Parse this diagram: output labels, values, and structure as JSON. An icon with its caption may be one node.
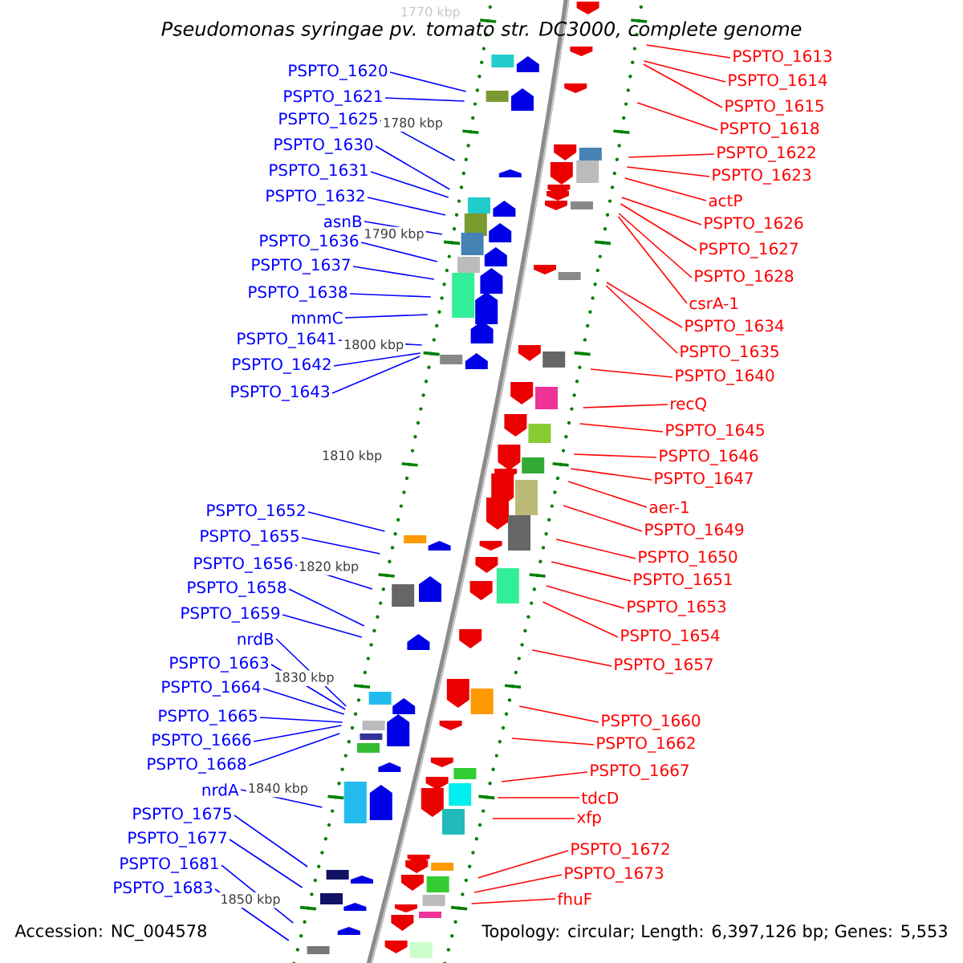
{
  "diagram": {
    "title": "Pseudomonas syringae pv. tomato str. DC3000, complete genome",
    "nodes": [
      {
        "text": [
          "PSPTO_1620"
        ]
      },
      {
        "text": [
          "PSPTO_1621"
        ]
      },
      {
        "text": [
          "PSPTO_1625"
        ]
      },
      {
        "text": [
          "PSPTO_1630"
        ]
      },
      {
        "text": [
          "PSPTO_1631"
        ]
      },
      {
        "text": [
          "PSPTO_1632"
        ]
      },
      {
        "text": [
          "asnB"
        ]
      },
      {
        "text": [
          "PSPTO_1636"
        ]
      },
      {
        "text": [
          "PSPTO_1637"
        ]
      },
      {
        "text": [
          "PSPTO_1638"
        ]
      },
      {
        "text": [
          "mnmC"
        ]
      },
      {
        "text": [
          "PSPTO_1641"
        ]
      },
      {
        "text": [
          "PSPTO_1642"
        ]
      },
      {
        "text": [
          "PSPTO_1643"
        ]
      },
      {
        "text": [
          "PSPTO_1652"
        ]
      },
      {
        "text": [
          "PSPTO_1655"
        ]
      },
      {
        "text": [
          "PSPTO_1656"
        ]
      },
      {
        "text": [
          "PSPTO_1658"
        ]
      },
      {
        "text": [
          "PSPTO_1659"
        ]
      },
      {
        "text": [
          "nrdB"
        ]
      },
      {
        "text": [
          "PSPTO_1663"
        ]
      },
      {
        "text": [
          "PSPTO_1664"
        ]
      },
      {
        "text": [
          "PSPTO_1665"
        ]
      },
      {
        "text": [
          "PSPTO_1666"
        ]
      },
      {
        "text": [
          "PSPTO_1668"
        ]
      },
      {
        "text": [
          "nrdA"
        ]
      },
      {
        "text": [
          "PSPTO_1675"
        ]
      },
      {
        "text": [
          "PSPTO_1677"
        ]
      },
      {
        "text": [
          "PSPTO_1681"
        ]
      },
      {
        "text": [
          "PSPTO_1683"
        ]
      },
      {
        "text": [
          "PSPTO_1613"
        ]
      },
      {
        "text": [
          "PSPTO_1614"
        ]
      },
      {
        "text": [
          "PSPTO_1615"
        ]
      },
      {
        "text": [
          "PSPTO_1618"
        ]
      },
      {
        "text": [
          "PSPTO_1622"
        ]
      },
      {
        "text": [
          "PSPTO_1623"
        ]
      },
      {
        "text": [
          "actP"
        ]
      },
      {
        "text": [
          "PSPTO_1626"
        ]
      },
      {
        "text": [
          "PSPTO_1627"
        ]
      },
      {
        "text": [
          "PSPTO_1628"
        ]
      },
      {
        "text": [
          "csrA-1"
        ]
      },
      {
        "text": [
          "PSPTO_1634"
        ]
      },
      {
        "text": [
          "PSPTO_1635"
        ]
      },
      {
        "text": [
          "PSPTO_1640"
        ]
      },
      {
        "text": [
          "recQ"
        ]
      },
      {
        "text": [
          "PSPTO_1645"
        ]
      },
      {
        "text": [
          "PSPTO_1646"
        ]
      },
      {
        "text": [
          "PSPTO_1647"
        ]
      },
      {
        "text": [
          "aer-1"
        ]
      },
      {
        "text": [
          "PSPTO_1649"
        ]
      },
      {
        "text": [
          "PSPTO_1650"
        ]
      },
      {
        "text": [
          "PSPTO_1651"
        ]
      },
      {
        "text": [
          "PSPTO_1653"
        ]
      },
      {
        "text": [
          "PSPTO_1654"
        ]
      },
      {
        "text": [
          "PSPTO_1657"
        ]
      },
      {
        "text": [
          "PSPTO_1660"
        ]
      },
      {
        "text": [
          "PSPTO_1662"
        ]
      },
      {
        "text": [
          "PSPTO_1667"
        ]
      },
      {
        "text": [
          "tdcD"
        ]
      },
      {
        "text": [
          "xfp"
        ]
      },
      {
        "text": [
          "PSPTO_1672"
        ]
      },
      {
        "text": [
          "PSPTO_1673"
        ]
      },
      {
        "text": [
          "fhuF"
        ]
      }
    ],
    "edges": [
      {
        "from": 0,
        "to": null,
        "arrow": "none",
        "color": "#0000ff"
      },
      {
        "from": 1,
        "to": null,
        "arrow": "none",
        "color": "#0000ff"
      },
      {
        "from": 2,
        "to": null,
        "arrow": "none",
        "color": "#0000ff"
      },
      {
        "from": 3,
        "to": null,
        "arrow": "none",
        "color": "#0000ff"
      },
      {
        "from": 4,
        "to": null,
        "arrow": "none",
        "color": "#0000ff"
      },
      {
        "from": 5,
        "to": null,
        "arrow": "none",
        "color": "#0000ff"
      },
      {
        "from": 6,
        "to": null,
        "arrow": "none",
        "color": "#0000ff"
      },
      {
        "from": 7,
        "to": null,
        "arrow": "none",
        "color": "#0000ff"
      },
      {
        "from": 8,
        "to": null,
        "arrow": "none",
        "color": "#0000ff"
      },
      {
        "from": 9,
        "to": null,
        "arrow": "none",
        "color": "#0000ff"
      },
      {
        "from": 10,
        "to": null,
        "arrow": "none",
        "color": "#0000ff"
      },
      {
        "from": 11,
        "to": null,
        "arrow": "none",
        "color": "#0000ff"
      },
      {
        "from": 12,
        "to": null,
        "arrow": "none",
        "color": "#0000ff"
      },
      {
        "from": 13,
        "to": null,
        "arrow": "none",
        "color": "#0000ff"
      },
      {
        "from": 14,
        "to": null,
        "arrow": "none",
        "color": "#0000ff"
      },
      {
        "from": 15,
        "to": null,
        "arrow": "none",
        "color": "#0000ff"
      },
      {
        "from": 16,
        "to": null,
        "arrow": "none",
        "color": "#0000ff"
      },
      {
        "from": 17,
        "to": null,
        "arrow": "none",
        "color": "#0000ff"
      },
      {
        "from": 18,
        "to": null,
        "arrow": "none",
        "color": "#0000ff"
      },
      {
        "from": 19,
        "to": null,
        "arrow": "none",
        "color": "#0000ff"
      },
      {
        "from": 20,
        "to": null,
        "arrow": "none",
        "color": "#0000ff"
      },
      {
        "from": 21,
        "to": null,
        "arrow": "none",
        "color": "#0000ff"
      },
      {
        "from": 22,
        "to": null,
        "arrow": "none",
        "color": "#0000ff"
      },
      {
        "from": 23,
        "to": null,
        "arrow": "none",
        "color": "#0000ff"
      },
      {
        "from": 24,
        "to": null,
        "arrow": "none",
        "color": "#0000ff"
      },
      {
        "from": 25,
        "to": null,
        "arrow": "none",
        "color": "#0000ff"
      },
      {
        "from": 26,
        "to": null,
        "arrow": "none",
        "color": "#0000ff"
      },
      {
        "from": 27,
        "to": null,
        "arrow": "none",
        "color": "#0000ff"
      },
      {
        "from": 28,
        "to": null,
        "arrow": "none",
        "color": "#0000ff"
      },
      {
        "from": 29,
        "to": null,
        "arrow": "none",
        "color": "#0000ff"
      },
      {
        "from": 30,
        "to": null,
        "arrow": "none"
      },
      {
        "from": 31,
        "to": null,
        "arrow": "none"
      },
      {
        "from": 32,
        "to": null,
        "arrow": "none"
      },
      {
        "from": 33,
        "to": null,
        "arrow": "none"
      },
      {
        "from": 34,
        "to": null,
        "arrow": "none"
      },
      {
        "from": 35,
        "to": null,
        "arrow": "none"
      },
      {
        "from": 36,
        "to": null,
        "arrow": "none"
      },
      {
        "from": 37,
        "to": null,
        "arrow": "none"
      },
      {
        "from": 38,
        "to": null,
        "arrow": "none"
      },
      {
        "from": 39,
        "to": null,
        "arrow": "none"
      },
      {
        "from": 40,
        "to": null,
        "arrow": "none"
      },
      {
        "from": 41,
        "to": null,
        "arrow": "none"
      },
      {
        "from": 42,
        "to": null,
        "arrow": "none"
      },
      {
        "from": 43,
        "to": null,
        "arrow": "none"
      },
      {
        "from": 44,
        "to": null,
        "arrow": "none"
      },
      {
        "from": 45,
        "to": null,
        "arrow": "none"
      },
      {
        "from": 46,
        "to": null,
        "arrow": "none"
      },
      {
        "from": 47,
        "to": null,
        "arrow": "none"
      },
      {
        "from": 48,
        "to": null,
        "arrow": "none"
      },
      {
        "from": 49,
        "to": null,
        "arrow": "none"
      },
      {
        "from": 50,
        "to": null,
        "arrow": "none"
      },
      {
        "from": 51,
        "to": null,
        "arrow": "none"
      },
      {
        "from": 52,
        "to": null,
        "arrow": "none"
      },
      {
        "from": 53,
        "to": null,
        "arrow": "none"
      },
      {
        "from": 54,
        "to": null,
        "arrow": "none"
      },
      {
        "from": 55,
        "to": null,
        "arrow": "none"
      },
      {
        "from": 56,
        "to": null,
        "arrow": "none"
      },
      {
        "from": 57,
        "to": null,
        "arrow": "none"
      },
      {
        "from": 58,
        "to": null,
        "arrow": "none"
      },
      {
        "from": 59,
        "to": null,
        "arrow": "none"
      },
      {
        "from": 60,
        "to": null,
        "arrow": "none"
      },
      {
        "from": 61,
        "to": null,
        "arrow": "none"
      },
      {
        "from": 62,
        "to": null,
        "arrow": "none"
      }
    ],
    "labels": [
      "1770 kbp",
      "1780 kbp",
      "1790 kbp",
      "1800 kbp",
      "1810 kbp",
      "1820 kbp",
      "1830 kbp",
      "1840 kbp",
      "1850 kbp",
      "Accession: NC_004578",
      "Topology: circular; Length: 6,397,126 bp; Genes: 5,553"
    ]
  }
}
